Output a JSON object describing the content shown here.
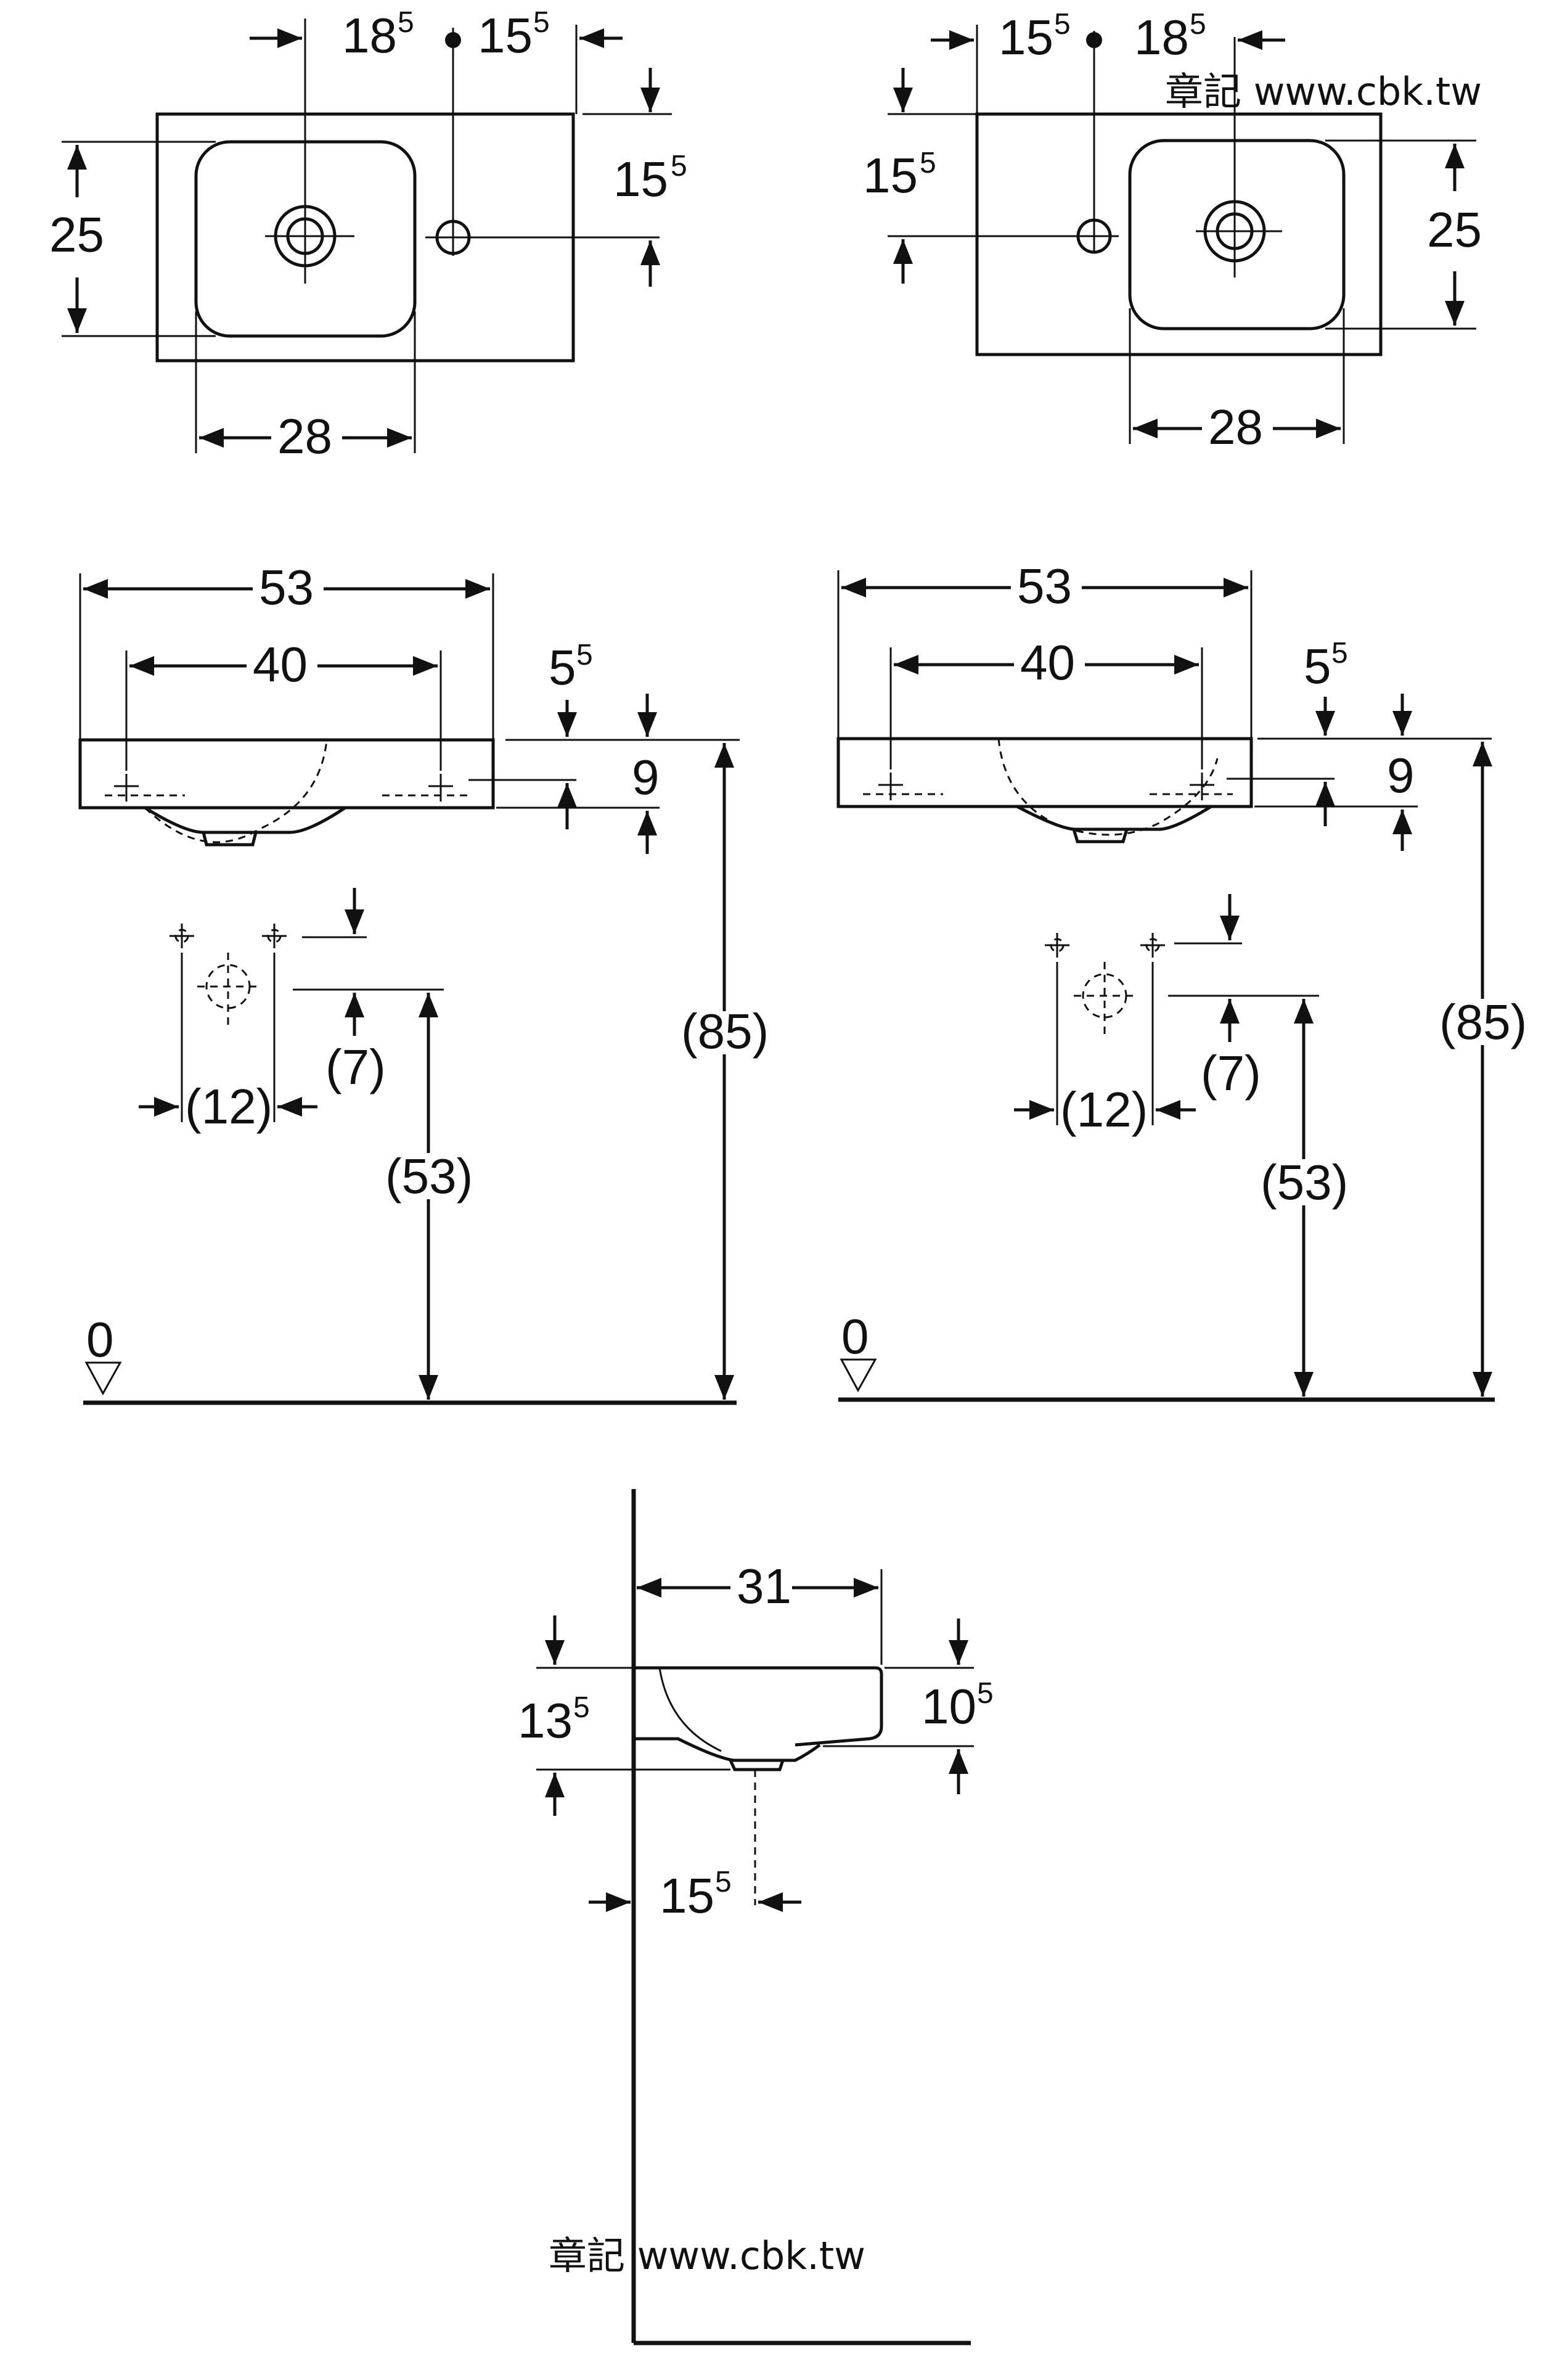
{
  "dimensions": {
    "top_left": {
      "tap_to_bowl_whole": "18",
      "tap_to_bowl_sup": "5",
      "tap_to_edge_whole": "15",
      "tap_to_edge_sup": "5",
      "tap_depth_whole": "15",
      "tap_depth_sup": "5",
      "bowl_depth": "25",
      "bowl_width": "28"
    },
    "top_right": {
      "tap_to_edge_whole": "15",
      "tap_to_edge_sup": "5",
      "tap_to_bowl_whole": "18",
      "tap_to_bowl_sup": "5",
      "tap_depth_whole": "15",
      "tap_depth_sup": "5",
      "bowl_depth": "25",
      "bowl_width": "28"
    },
    "mid_left": {
      "overall_width": "53",
      "bracket_spacing": "40",
      "rim_offset_whole": "5",
      "rim_offset_sup": "5",
      "rim_height": "9",
      "overall_height": "(85)",
      "supply_spacing": "(12)",
      "supply_offset": "(7)",
      "supply_height": "(53)",
      "floor_label": "0"
    },
    "mid_right": {
      "overall_width": "53",
      "bracket_spacing": "40",
      "rim_offset_whole": "5",
      "rim_offset_sup": "5",
      "rim_height": "9",
      "overall_height": "(85)",
      "supply_spacing": "(12)",
      "supply_offset": "(7)",
      "supply_height": "(53)",
      "floor_label": "0"
    },
    "side": {
      "projection": "31",
      "total_height_whole": "13",
      "total_height_sup": "5",
      "bowl_height_whole": "10",
      "bowl_height_sup": "5",
      "waste_offset_whole": "15",
      "waste_offset_sup": "5"
    }
  },
  "watermarks": {
    "top": "章記 www.cbk.tw",
    "bottom": "章記 www.cbk.tw"
  }
}
